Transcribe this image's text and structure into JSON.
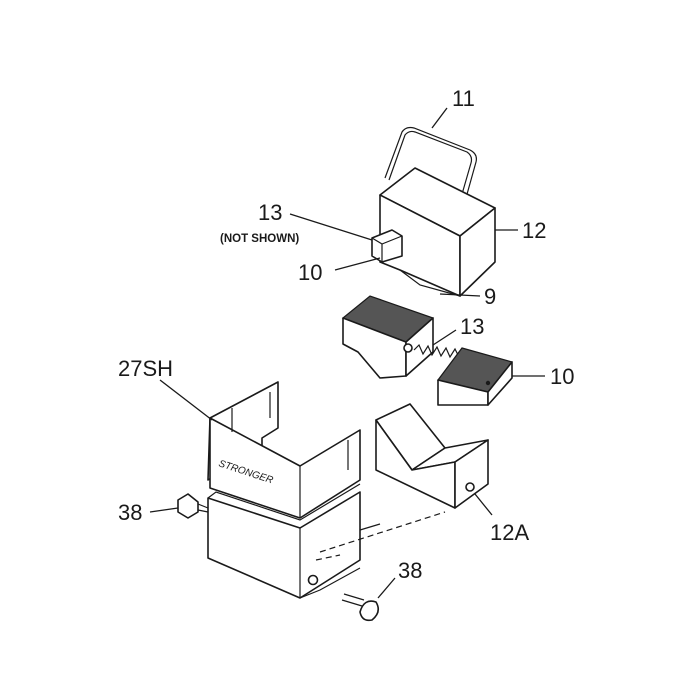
{
  "callouts": {
    "p11": "11",
    "p12": "12",
    "p13_top": "13",
    "p13_note": "(NOT SHOWN)",
    "p10_top": "10",
    "p9": "9",
    "p13_mid": "13",
    "p10_right": "10",
    "p27sh": "27SH",
    "p12a": "12A",
    "p38_left": "38",
    "p38_bottom": "38"
  },
  "holder_brand": "STRONGER"
}
